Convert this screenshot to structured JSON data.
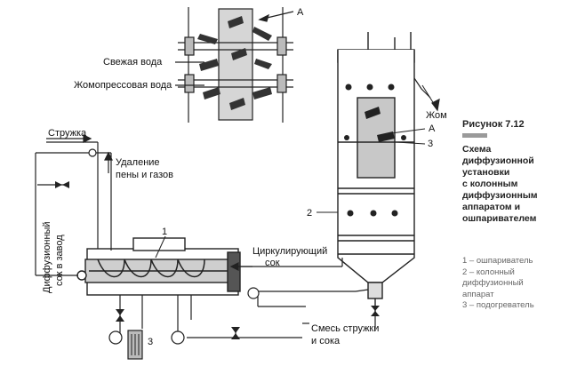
{
  "labels": {
    "A_top": "А",
    "fresh_water": "Свежая вода",
    "press_water": "Жомопрессовая вода",
    "pulp": "Жом",
    "A_column": "А",
    "n3_column": "3",
    "n2_column": "2",
    "chips": "Стружка",
    "foam_line1": "Удаление",
    "foam_line2": "пены и газов",
    "juice_vert": "Диффузионный",
    "juice_vert2": "сок в завод",
    "n1": "1",
    "circ_line1": "Циркулирующий",
    "circ_line2": "сок",
    "mix_line1": "Смесь стружки",
    "mix_line2": "и сока",
    "n3_heater": "3"
  },
  "caption": {
    "title": "Рисунок 7.12",
    "desc_lines": [
      "Схема",
      "диффузионной",
      "установки",
      "с колонным",
      "диффузионным",
      "аппаратом и",
      "ошпаривателем"
    ],
    "legend": [
      "1 – ошпариватель",
      "2 – колонный",
      "   диффузионный",
      "   аппарат",
      "3 – подогреватель"
    ]
  }
}
